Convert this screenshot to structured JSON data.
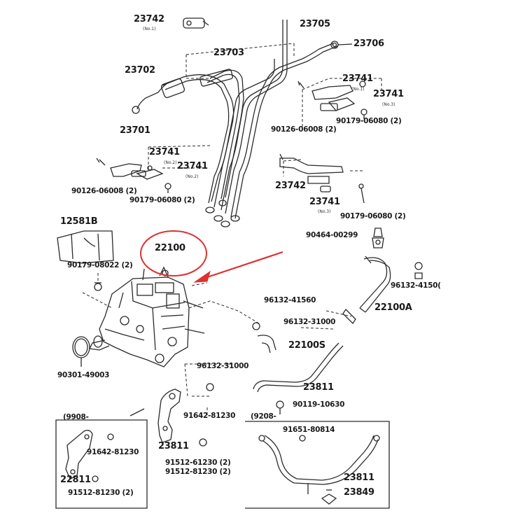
{
  "diagram": {
    "callouts": {
      "p23742_top": "23742",
      "p23705": "23705",
      "p23706": "23706",
      "p23703": "23703",
      "p23702": "23702",
      "p23741_r1": "23741",
      "p23741_r2": "23741",
      "p23701": "23701",
      "p90126_r": "90126-06008 (2)",
      "p90179_r": "90179-06080 (2)",
      "p23741_l1": "23741",
      "p23741_l2": "23741",
      "p90126_l": "90126-06008 (2)",
      "p90179_l": "90179-06080 (2)",
      "p23742_mid": "23742",
      "p23741_mid": "23741",
      "p90179_mid": "90179-06080 (2)",
      "p12581b": "12581B",
      "p90464": "90464-00299",
      "p22100": "22100",
      "p90179_08022": "90179-08022 (2)",
      "p96132_r": "96132-4150(",
      "p96132_41560": "96132-41560",
      "p22100a": "22100A",
      "p96132_31000a": "96132-31000",
      "p22100s": "22100S",
      "p90301": "90301-49003",
      "p96132_31000b": "96132-31000",
      "p23811_a": "23811",
      "p90119": "90119-10630",
      "p91642_a": "91642-81230",
      "p23811_b": "23811",
      "p91512_1": "91512-61230 (2)",
      "p91512_2": "91512-81230 (2)",
      "p9908": "(9908-",
      "p9208": "(9208-",
      "p91642_b": "91642-81230",
      "p22811": "22811",
      "p91512_b": "91512-81230 (2)",
      "p91651": "91651-80814",
      "p23811_c": "23811",
      "p23849": "23849"
    },
    "mini_notes": {
      "n_top": "(No.1)",
      "n_r1": "(No.1)",
      "n_r2": "(No.3)",
      "n_l1": "(No.2)",
      "n_l2": "(No.2)",
      "n_mid": "(No.3)"
    },
    "colors": {
      "line": "#2a2a2a",
      "highlight_red": "#e03030",
      "background": "#ffffff"
    }
  }
}
